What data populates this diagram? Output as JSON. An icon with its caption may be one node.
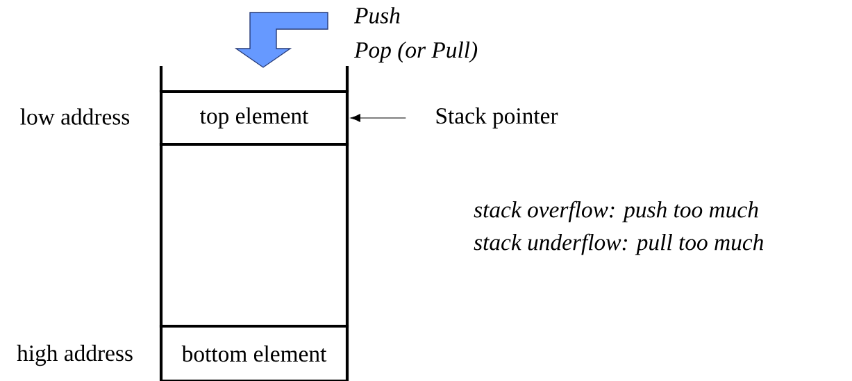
{
  "diagram": {
    "nodes": [
      {
        "text": [
          "top element"
        ]
      },
      {
        "text": [],
        "shape": "box"
      },
      {
        "text": [
          "bottom element"
        ]
      },
      {
        "text": [
          "Stack pointer"
        ]
      }
    ],
    "edges": [
      {
        "from": 3,
        "to": 0,
        "arrow": "to"
      }
    ],
    "labels": [
      "Push",
      "Pop (or Pull)",
      "low address",
      "high address",
      "stack overflow: push too much",
      "stack underflow: pull too much"
    ]
  }
}
